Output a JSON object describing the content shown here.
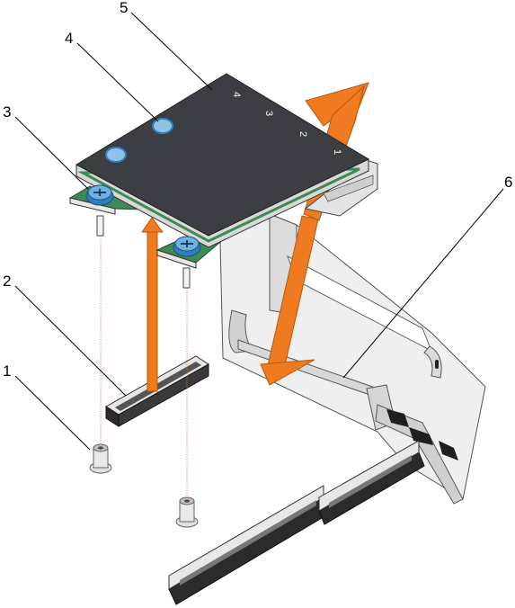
{
  "callouts": [
    "1",
    "2",
    "3",
    "4",
    "5",
    "6"
  ],
  "port_labels": [
    "4",
    "3",
    "2",
    "1"
  ],
  "colors": {
    "card_top": "#3b3e43",
    "card_side": "#e3e3e3",
    "pcb": "#3f8a55",
    "arrow": "#f07a1f",
    "screw": "#2f7fbf",
    "chassis": "#eeeeee",
    "slot": "#2c2c2c"
  },
  "icons": [
    "captive-screw-icon",
    "standoff-icon",
    "connector-icon",
    "direction-arrow-icon"
  ]
}
